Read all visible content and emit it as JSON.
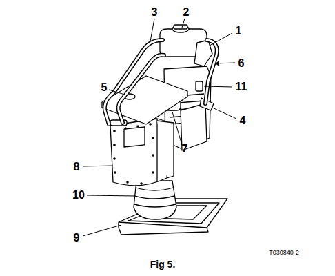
{
  "diagram": {
    "caption": "Fig 5.",
    "labels": [
      "3",
      "2",
      "1",
      "6",
      "11",
      "5",
      "4",
      "7",
      "8",
      "10",
      "9",
      "T030840-2"
    ]
  }
}
